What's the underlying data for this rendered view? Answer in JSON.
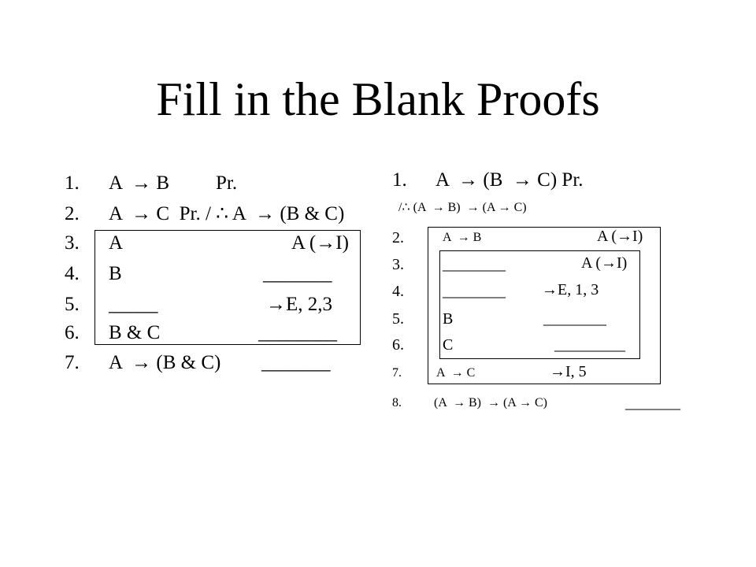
{
  "slide": {
    "title": "Fill in the Blank Proofs"
  },
  "left_proof": {
    "lines": [
      {
        "num": "1.",
        "formula": "A  → B",
        "justification": "Pr."
      },
      {
        "num": "2.",
        "formula": "A  → C  Pr. / ∴ A  → (B & C)",
        "justification": ""
      },
      {
        "num": "3.",
        "formula": "A",
        "justification": "A (→I)"
      },
      {
        "num": "4.",
        "formula": "B",
        "justification": "_______"
      },
      {
        "num": "5.",
        "formula": "_____",
        "justification": "→E, 2,3"
      },
      {
        "num": "6.",
        "formula": "B & C",
        "justification": "________"
      },
      {
        "num": "7.",
        "formula": "A  → (B & C)",
        "justification": "_______"
      }
    ]
  },
  "right_proof": {
    "premise": {
      "num": "1.",
      "formula": "A  → (B  → C) Pr."
    },
    "conclusion": "/∴ (A  → B)  → (A → C)",
    "lines": [
      {
        "num": "2.",
        "formula": "A  → B",
        "justification": "A (→I)"
      },
      {
        "num": "3.",
        "formula": "________",
        "justification": "A (→I)"
      },
      {
        "num": "4.",
        "formula": "________",
        "justification": "→E, 1, 3"
      },
      {
        "num": "5.",
        "formula": "B",
        "justification": "________"
      },
      {
        "num": "6.",
        "formula": "C",
        "justification": "_________"
      },
      {
        "num": "7.",
        "formula": "A  → C",
        "justification": "→I, 5"
      },
      {
        "num": "8.",
        "formula": "(A  → B)  → (A → C)",
        "justification": "_______"
      }
    ]
  }
}
